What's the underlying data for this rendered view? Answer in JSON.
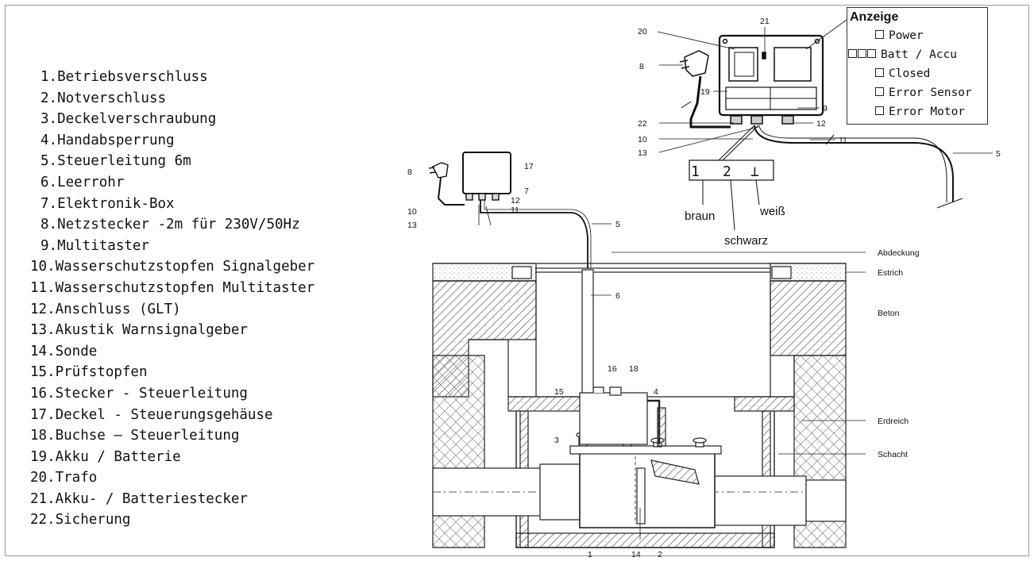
{
  "legend": [
    "1.Betriebsverschluss",
    "2.Notverschluss",
    "3.Deckelverschraubung",
    "4.Handabsperrung",
    "5.Steuerleitung 6m",
    "6.Leerrohr",
    "7.Elektronik-Box",
    "8.Netzstecker -2m für 230V/50Hz",
    "9.Multitaster",
    "10.Wasserschutzstopfen Signalgeber",
    "11.Wasserschutzstopfen Multitaster",
    "12.Anschluss (GLT)",
    "13.Akustik Warnsignalgeber",
    "14.Sonde",
    "15.Prüfstopfen",
    "16.Stecker - Steuerleitung",
    "17.Deckel - Steuerungsgehäuse",
    "18.Buchse – Steuerleitung",
    "19.Akku / Batterie",
    "20.Trafo",
    "21.Akku- / Batteriestecker",
    "22.Sicherung"
  ],
  "anzeige": {
    "title": "Anzeige",
    "items": [
      "Power",
      "Batt / Accu",
      "Closed",
      "Error Sensor",
      "Error Motor"
    ]
  },
  "connector": {
    "pins": [
      "1",
      "2",
      "⊥"
    ],
    "wires": [
      "braun",
      "schwarz",
      "weiß"
    ]
  },
  "layers": {
    "abdeckung": "Abdeckung",
    "estrich": "Estrich",
    "beton": "Beton",
    "erdreich": "Erdreich",
    "schacht": "Schacht"
  },
  "numbers": {
    "n1": "1",
    "n2": "2",
    "n3": "3",
    "n4": "4",
    "n5": "5",
    "n6": "6",
    "n7": "7",
    "n8": "8",
    "n9": "9",
    "n10": "10",
    "n11": "11",
    "n12": "12",
    "n13": "13",
    "n14": "14",
    "n15": "15",
    "n16": "16",
    "n17": "17",
    "n18": "18",
    "n19": "19",
    "n20": "20",
    "n21": "21",
    "n22": "22"
  }
}
